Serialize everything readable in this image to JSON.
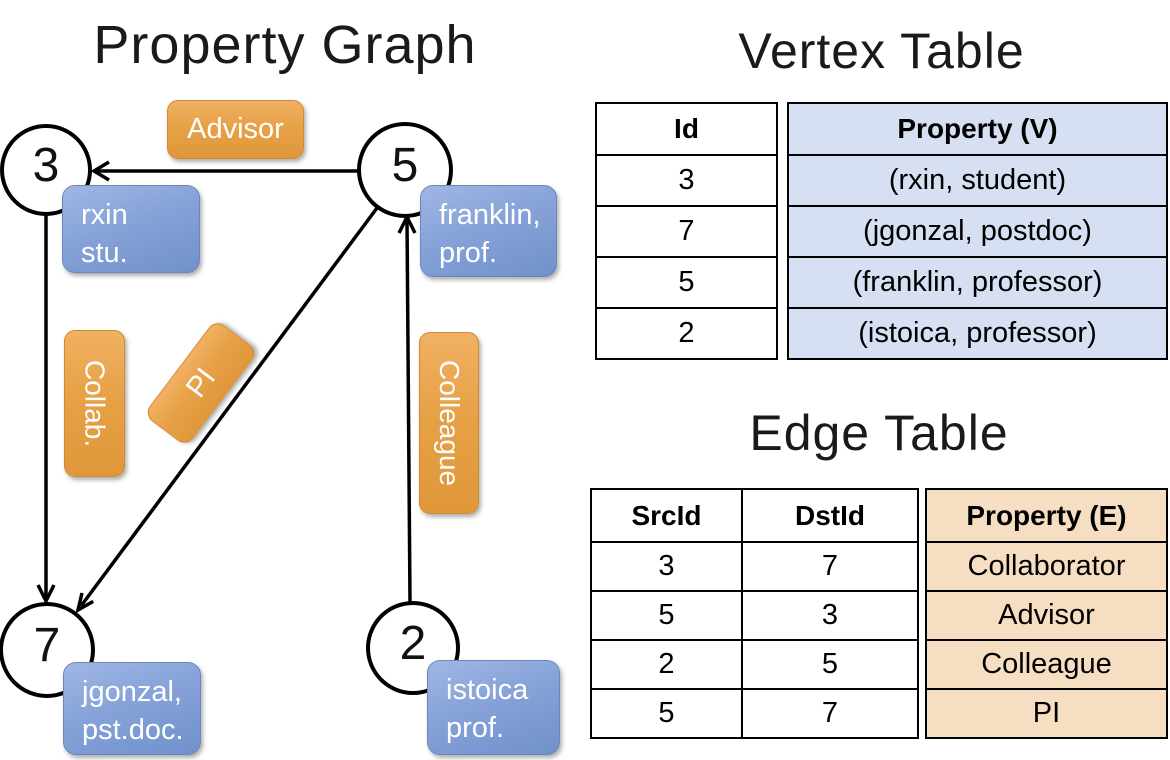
{
  "graph": {
    "title": "Property Graph",
    "vertices": [
      {
        "id": "3",
        "label_lines": [
          "rxin",
          "stu."
        ]
      },
      {
        "id": "5",
        "label_lines": [
          "franklin,",
          "prof."
        ]
      },
      {
        "id": "7",
        "label_lines": [
          "jgonzal,",
          "pst.doc."
        ]
      },
      {
        "id": "2",
        "label_lines": [
          "istoica",
          "prof."
        ]
      }
    ],
    "edge_labels": [
      {
        "text": "Advisor"
      },
      {
        "text": "Collab."
      },
      {
        "text": "PI"
      },
      {
        "text": "Colleague"
      }
    ],
    "edges": [
      {
        "src": "5",
        "dst": "3",
        "label": "Advisor"
      },
      {
        "src": "3",
        "dst": "7",
        "label": "Collab."
      },
      {
        "src": "5",
        "dst": "7",
        "label": "PI"
      },
      {
        "src": "2",
        "dst": "5",
        "label": "Colleague"
      }
    ]
  },
  "vertex_table": {
    "title": "Vertex Table",
    "headers": {
      "id": "Id",
      "property": "Property (V)"
    },
    "rows": [
      {
        "id": "3",
        "property": "(rxin, student)"
      },
      {
        "id": "7",
        "property": "(jgonzal, postdoc)"
      },
      {
        "id": "5",
        "property": "(franklin, professor)"
      },
      {
        "id": "2",
        "property": "(istoica, professor)"
      }
    ]
  },
  "edge_table": {
    "title": "Edge Table",
    "headers": {
      "src": "SrcId",
      "dst": "DstId",
      "property": "Property (E)"
    },
    "rows": [
      {
        "src": "3",
        "dst": "7",
        "property": "Collaborator"
      },
      {
        "src": "5",
        "dst": "3",
        "property": "Advisor"
      },
      {
        "src": "2",
        "dst": "5",
        "property": "Colleague"
      },
      {
        "src": "5",
        "dst": "7",
        "property": "PI"
      }
    ]
  },
  "colors": {
    "edge_label_orange": "#E7A146",
    "vertex_box_blue": "#86A2D8",
    "vertex_property_bg": "#D6E0F2",
    "edge_property_bg": "#F6DEC3",
    "line_black": "#000000"
  }
}
